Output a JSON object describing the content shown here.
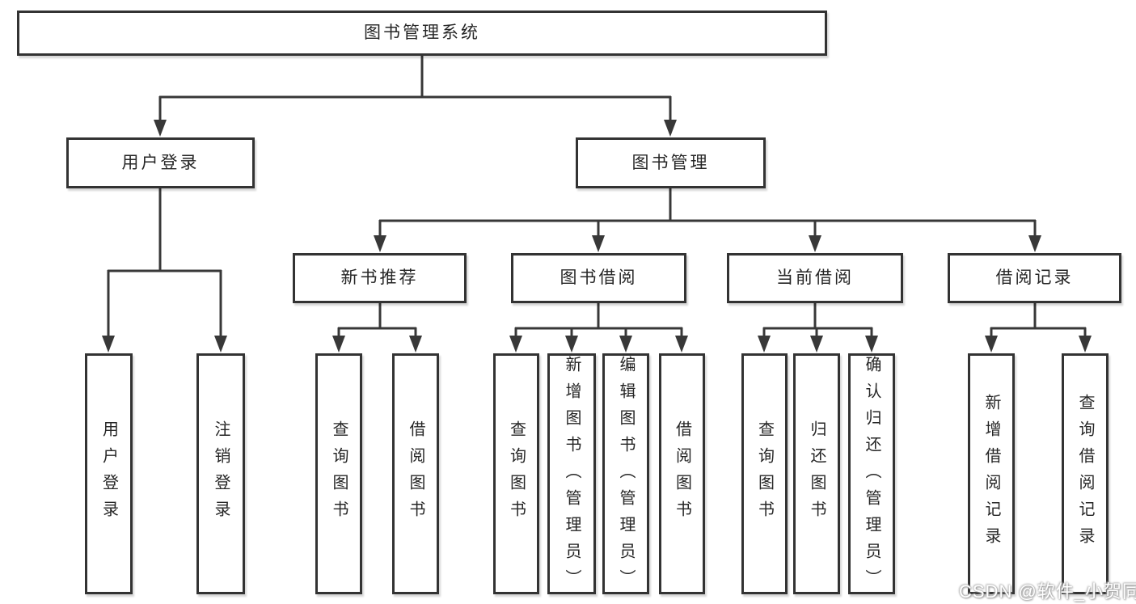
{
  "diagram": {
    "root": {
      "label": "图书管理系统"
    },
    "branches": [
      {
        "label": "用户登录",
        "children": [
          {
            "label": "用户登录"
          },
          {
            "label": "注销登录"
          }
        ]
      },
      {
        "label": "图书管理",
        "sections": [
          {
            "label": "新书推荐",
            "children": [
              {
                "label": "查询图书"
              },
              {
                "label": "借阅图书"
              }
            ]
          },
          {
            "label": "图书借阅",
            "children": [
              {
                "label": "查询图书"
              },
              {
                "label": "新增图书（管理员）"
              },
              {
                "label": "编辑图书（管理员）"
              },
              {
                "label": "借阅图书"
              }
            ]
          },
          {
            "label": "当前借阅",
            "children": [
              {
                "label": "查询图书"
              },
              {
                "label": "归还图书"
              },
              {
                "label": "确认归还（管理员）"
              }
            ]
          },
          {
            "label": "借阅记录",
            "children": [
              {
                "label": "新增借阅记录"
              },
              {
                "label": "查询借阅记录"
              }
            ]
          }
        ]
      }
    ]
  },
  "watermark": {
    "text": "CSDN @软件_小贺同学"
  },
  "colors": {
    "line": "#383838",
    "box_border": "#333333",
    "box_fill": "#ffffff",
    "text": "#262626",
    "watermark_text": "#ffffff"
  }
}
